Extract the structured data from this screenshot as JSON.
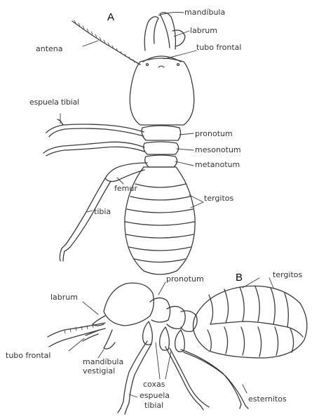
{
  "panels": {
    "a": {
      "letter": "A",
      "labels": {
        "mandibula": "mandíbula",
        "labrum": "labrum",
        "tubo_frontal": "tubo frontal",
        "antena": "antena",
        "espuela_tibial": "espuela tibial",
        "pronotum": "pronotum",
        "mesonotum": "mesonotum",
        "metanotum": "metanotum",
        "femur": "femur",
        "tergitos": "tergitos",
        "tibia": "tibia"
      }
    },
    "b": {
      "letter": "B",
      "labels": {
        "labrum": "labrum",
        "pronotum": "pronotum",
        "tergitos": "tergitos",
        "tubo_frontal": "tubo frontal",
        "mandibula_vestigial_1": "mandíbula",
        "mandibula_vestigial_2": "vestigial",
        "coxas": "coxas",
        "espuela_tibial_1": "espuela",
        "espuela_tibial_2": "tibial",
        "esternitos": "esternitos"
      }
    }
  },
  "colors": {
    "line": "#3a3a3a",
    "text": "#333333"
  }
}
